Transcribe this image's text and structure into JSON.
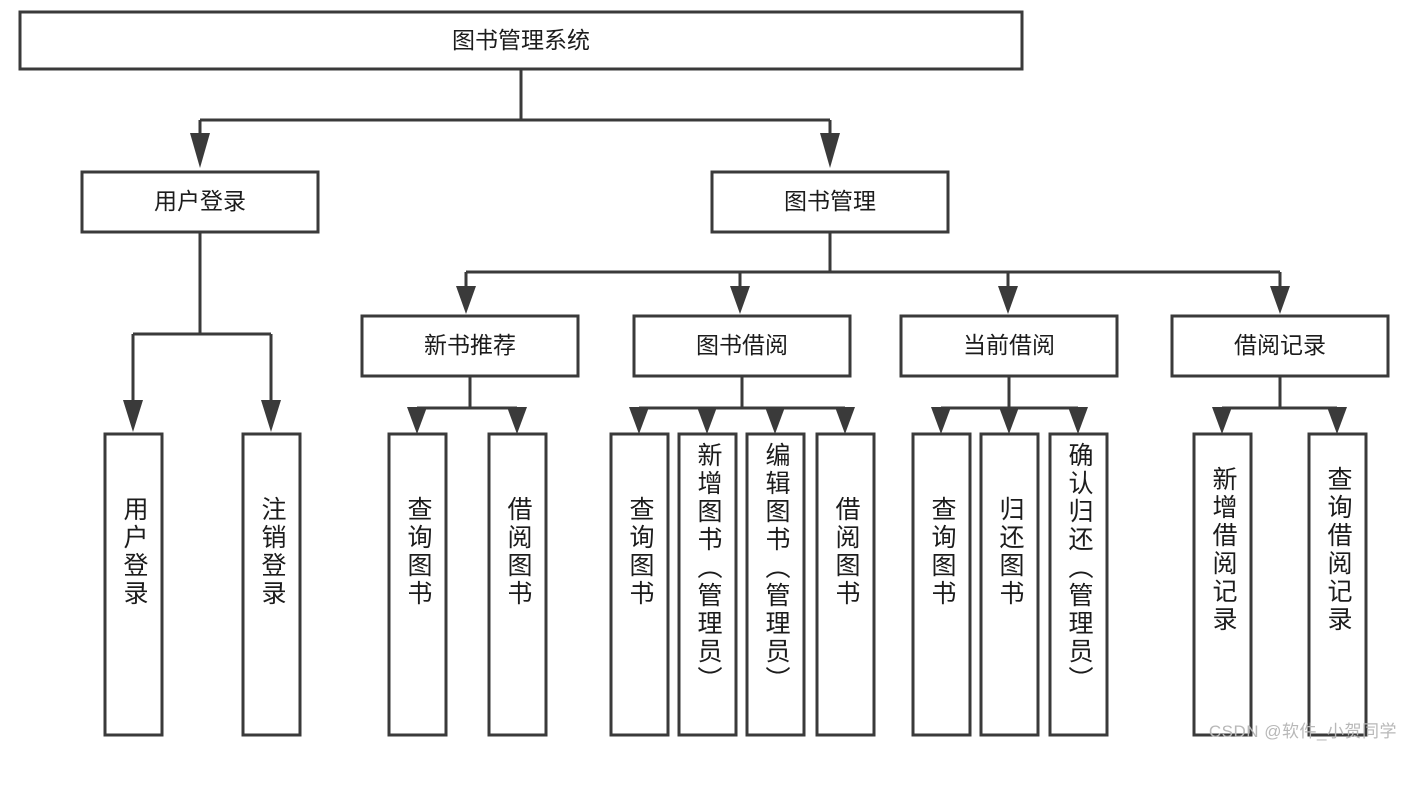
{
  "diagram": {
    "type": "hierarchy-tree",
    "title": "图书管理系统",
    "colors": {
      "stroke": "#3a3a3a",
      "fill": "#ffffff",
      "text": "#1c1c1c",
      "watermark": "#b8b8b8"
    },
    "root": {
      "label": "图书管理系统"
    },
    "level2": [
      {
        "label": "用户登录"
      },
      {
        "label": "图书管理"
      }
    ],
    "level3": [
      {
        "label": "新书推荐"
      },
      {
        "label": "图书借阅"
      },
      {
        "label": "当前借阅"
      },
      {
        "label": "借阅记录"
      }
    ],
    "leaves": {
      "user_login": [
        {
          "label": "用户登录"
        },
        {
          "label": "注销登录"
        }
      ],
      "new_book_recommend": [
        {
          "label": "查询图书"
        },
        {
          "label": "借阅图书"
        }
      ],
      "book_borrow": [
        {
          "label": "查询图书"
        },
        {
          "label": "新增图书（管理员）"
        },
        {
          "label": "编辑图书（管理员）"
        },
        {
          "label": "借阅图书"
        }
      ],
      "current_borrow": [
        {
          "label": "查询图书"
        },
        {
          "label": "归还图书"
        },
        {
          "label": "确认归还（管理员）"
        }
      ],
      "borrow_record": [
        {
          "label": "新增借阅记录"
        },
        {
          "label": "查询借阅记录"
        }
      ]
    },
    "watermark": "CSDN @软件_小贺同学"
  }
}
